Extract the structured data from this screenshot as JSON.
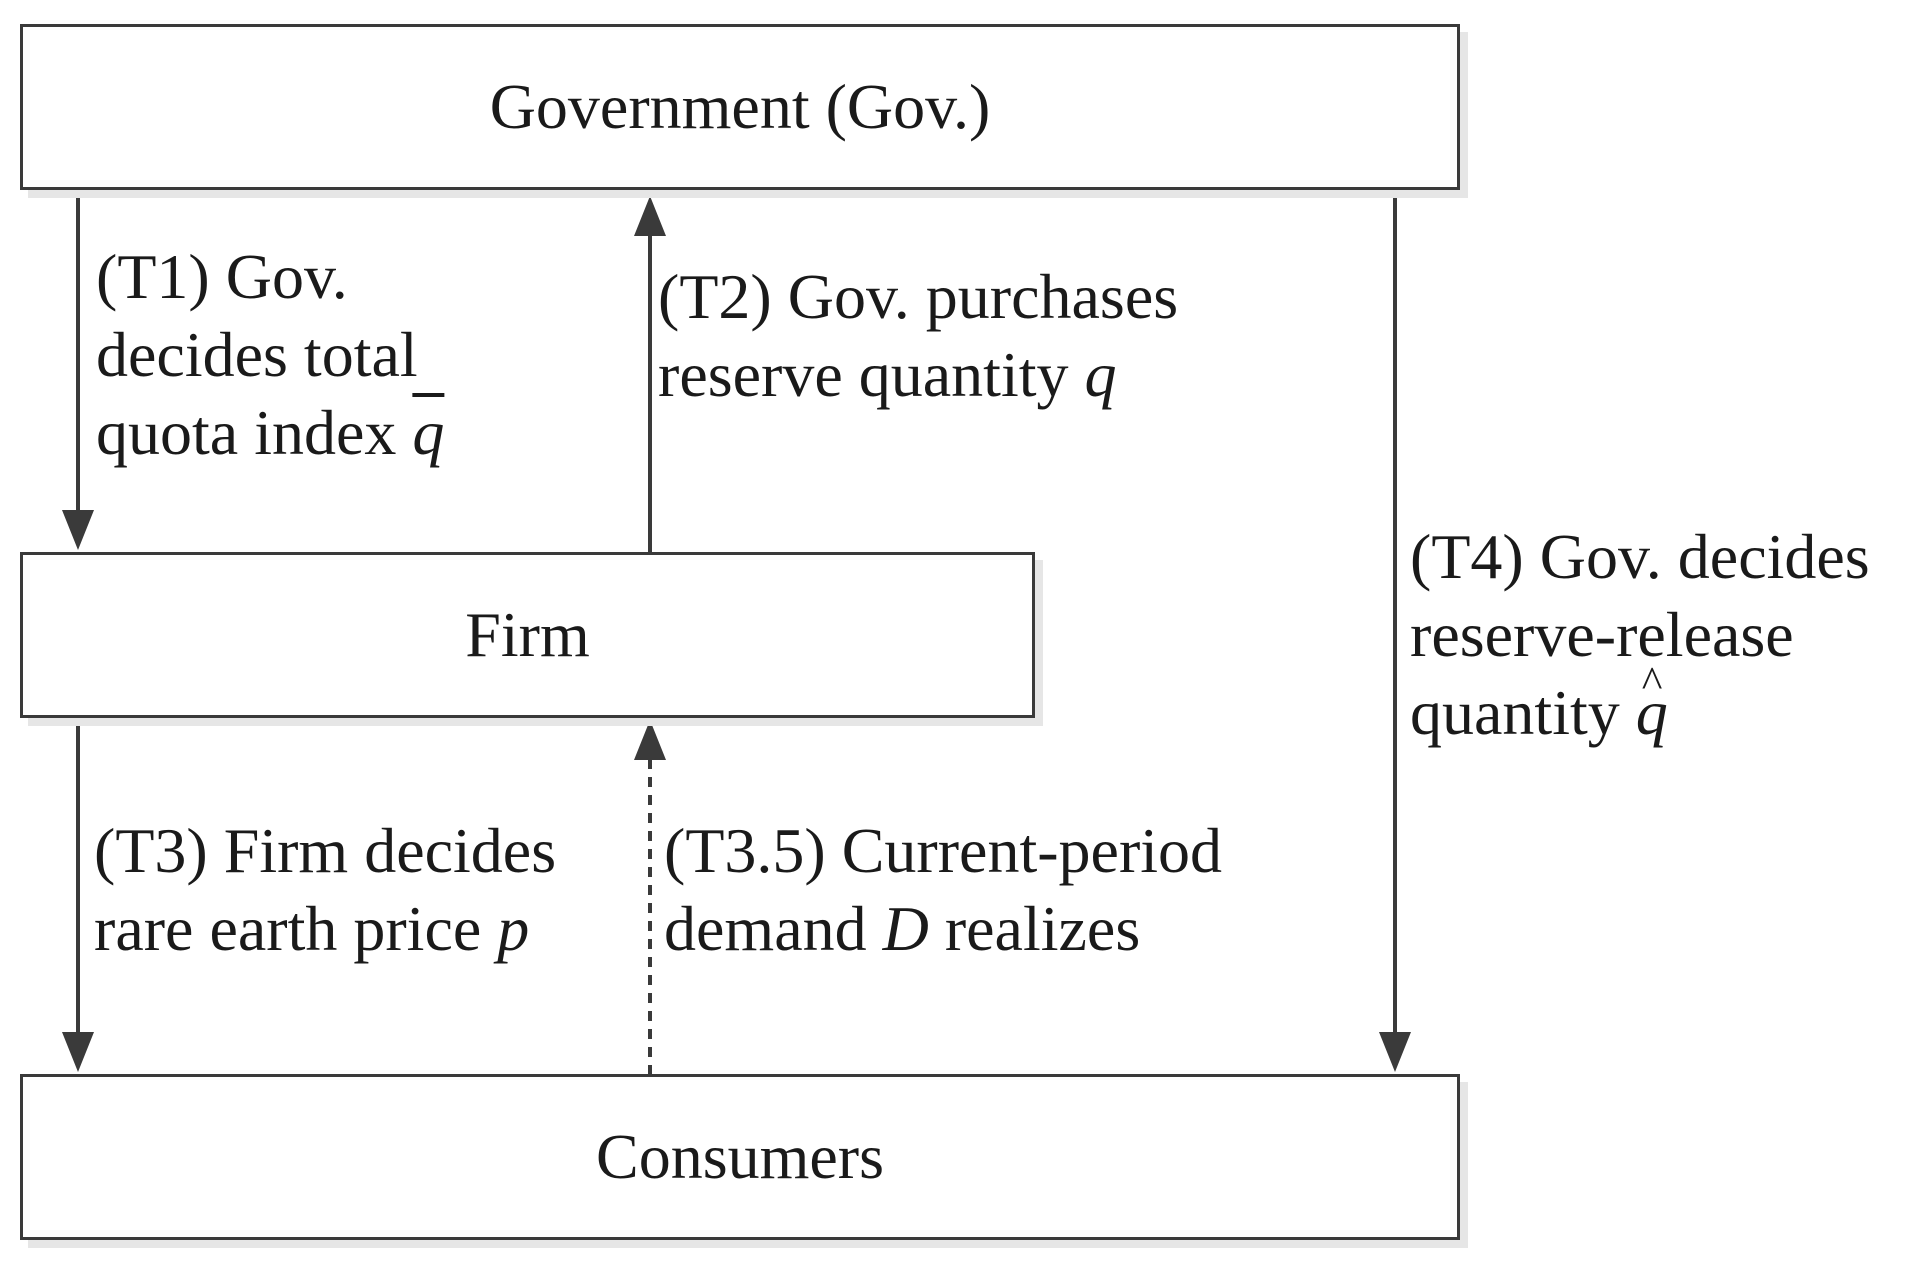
{
  "nodes": {
    "government": "Government (Gov.)",
    "firm": "Firm",
    "consumers": "Consumers"
  },
  "edges": {
    "t1": {
      "lines": [
        "(T1) Gov.",
        "decides total",
        "quota index "
      ],
      "symbol": "q"
    },
    "t2": {
      "lines": [
        "(T2) Gov. purchases",
        "reserve quantity "
      ],
      "symbol": "q"
    },
    "t3": {
      "lines": [
        "(T3) Firm decides",
        "rare earth price "
      ],
      "symbol": "p"
    },
    "t35": {
      "lines": [
        "(T3.5) Current-period",
        "demand  ",
        " realizes"
      ],
      "symbol": "D"
    },
    "t4": {
      "lines": [
        "(T4) Gov. decides",
        "reserve-release",
        "quantity "
      ],
      "symbol": "q"
    }
  },
  "colors": {
    "stroke": "#3a3a3a",
    "text": "#1a1a1a"
  }
}
